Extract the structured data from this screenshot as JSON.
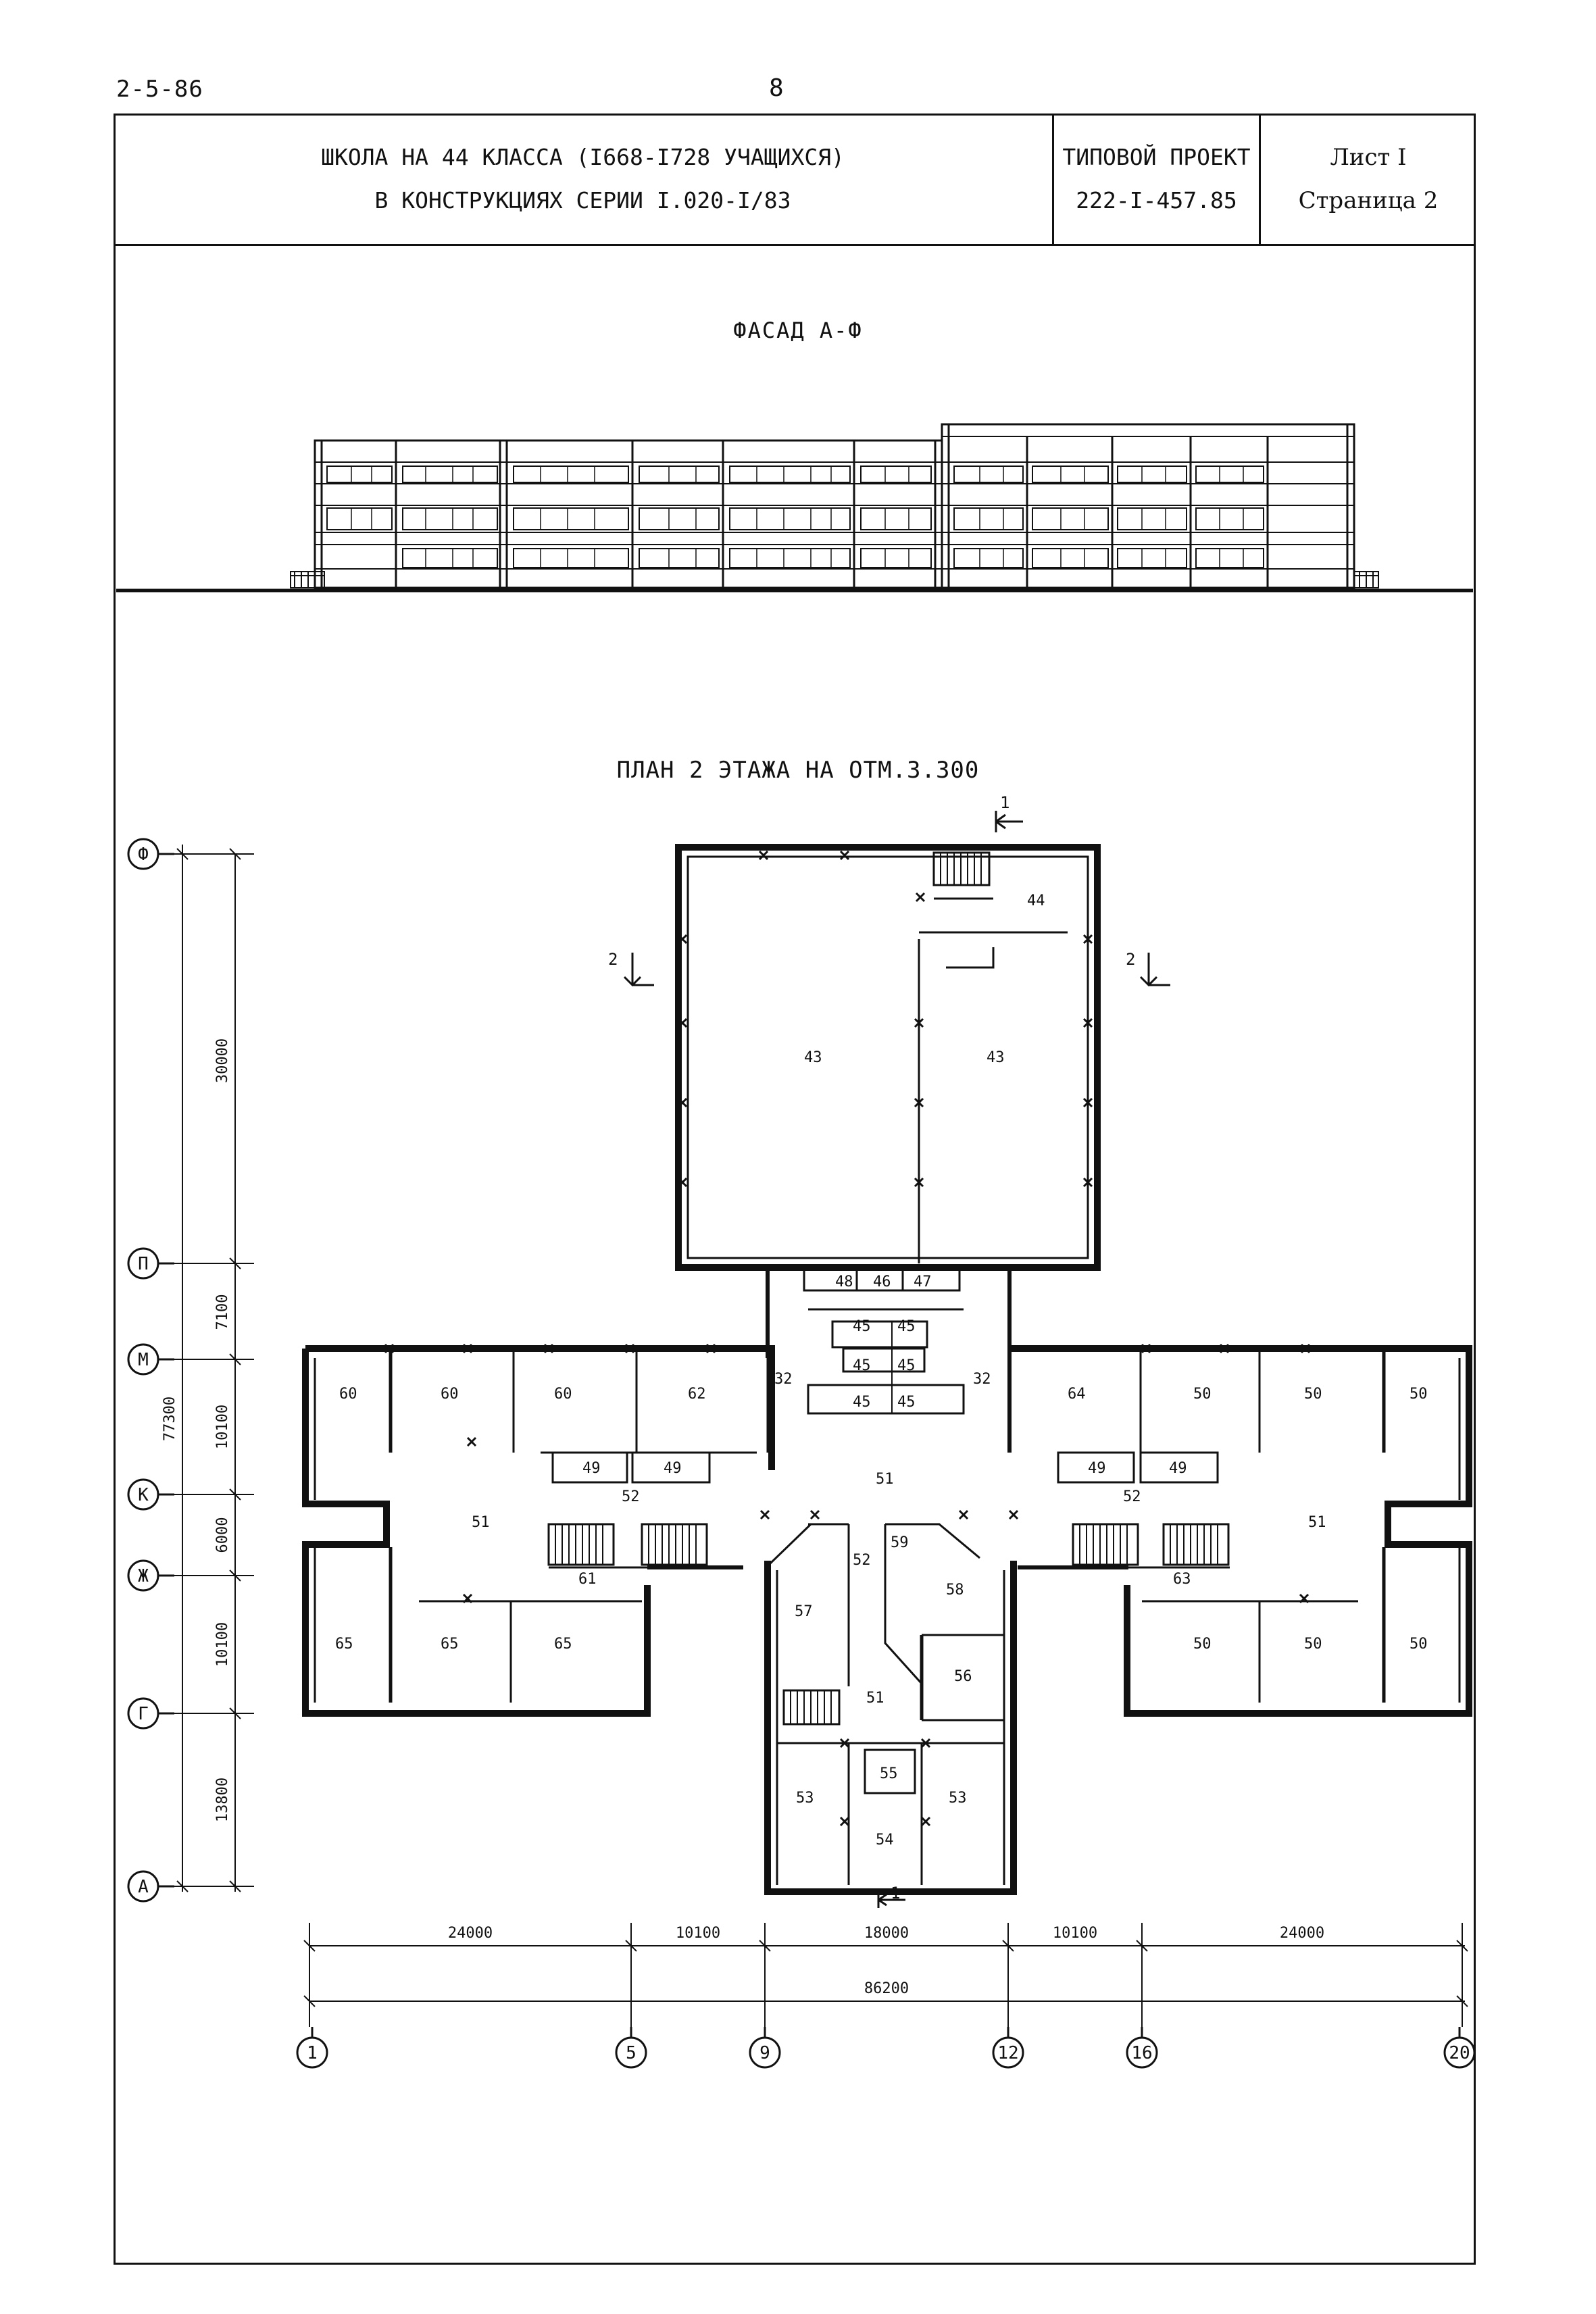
{
  "header": {
    "code": "2-5-86",
    "page_number": "8",
    "title_line1": "ШКОЛА НА 44 КЛАССА (I668-I728 УЧАЩИХСЯ)",
    "title_line2": "В КОНСТРУКЦИЯХ СЕРИИ I.020-I/83",
    "project_label": "ТИПОВОЙ ПРОЕКТ",
    "project_number": "222-I-457.85",
    "sheet_label": "Лист I",
    "page_label": "Страница 2"
  },
  "facade": {
    "title": "ФАСАД  А-Ф"
  },
  "plan": {
    "title": "ПЛАН 2 ЭТАЖА НА ОТМ.3.300",
    "axes_letters": [
      "Ф",
      "П",
      "М",
      "К",
      "Ж",
      "Г",
      "А"
    ],
    "axes_numbers": [
      "1",
      "5",
      "9",
      "12",
      "16",
      "20"
    ],
    "vertical_dims": [
      "30000",
      "7100",
      "10100",
      "6000",
      "10100",
      "13800"
    ],
    "vertical_total": "77300",
    "horizontal_dims": [
      "24000",
      "10100",
      "18000",
      "10100",
      "24000"
    ],
    "horizontal_total": "86200",
    "section_marks": [
      "1",
      "2"
    ],
    "rooms": [
      "43",
      "43",
      "44",
      "48",
      "46",
      "47",
      "45",
      "32",
      "60",
      "62",
      "64",
      "50",
      "49",
      "51",
      "52",
      "61",
      "63",
      "59",
      "58",
      "57",
      "56",
      "65",
      "55",
      "53",
      "54"
    ]
  }
}
